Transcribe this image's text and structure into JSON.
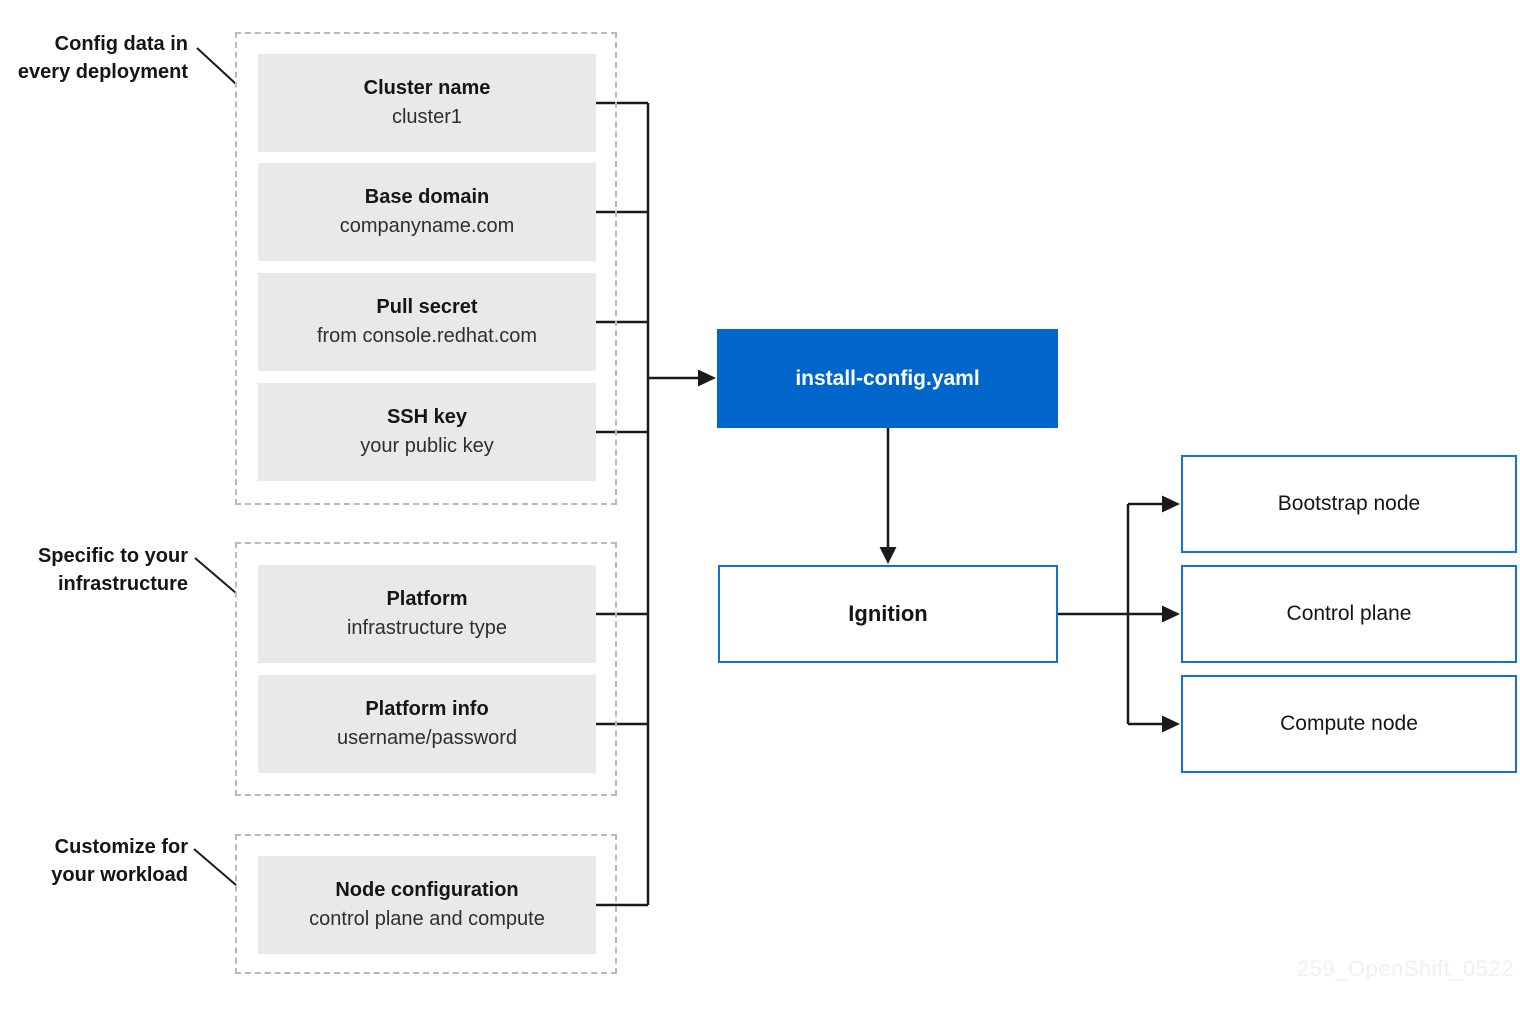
{
  "diagram": {
    "groups": [
      {
        "label": [
          "Config data in",
          "every deployment"
        ],
        "boxes": [
          {
            "title": "Cluster name",
            "subtitle": "cluster1"
          },
          {
            "title": "Base domain",
            "subtitle": "companyname.com"
          },
          {
            "title": "Pull secret",
            "subtitle": "from console.redhat.com"
          },
          {
            "title": "SSH key",
            "subtitle": "your public key"
          }
        ]
      },
      {
        "label": [
          "Specific to your",
          "infrastructure"
        ],
        "boxes": [
          {
            "title": "Platform",
            "subtitle": "infrastructure type"
          },
          {
            "title": "Platform info",
            "subtitle": "username/password"
          }
        ]
      },
      {
        "label": [
          "Customize for",
          "your workload"
        ],
        "boxes": [
          {
            "title": "Node configuration",
            "subtitle": "control plane and compute"
          }
        ]
      }
    ],
    "center": {
      "install_config": "install-config.yaml",
      "ignition": "Ignition"
    },
    "outputs": [
      {
        "label": "Bootstrap node"
      },
      {
        "label": "Control plane"
      },
      {
        "label": "Compute node"
      }
    ],
    "watermark": "259_OpenShift_0522",
    "colors": {
      "accent_blue_fill": "#0066cc",
      "accent_blue_border": "#1272d9",
      "box_gray": "#e9e9e9",
      "dashed_border_gray": "#b9b9b9",
      "connector_black": "#1a1a1a",
      "text_dark": "#151515",
      "watermark_gray": "#f0f0f1"
    }
  }
}
